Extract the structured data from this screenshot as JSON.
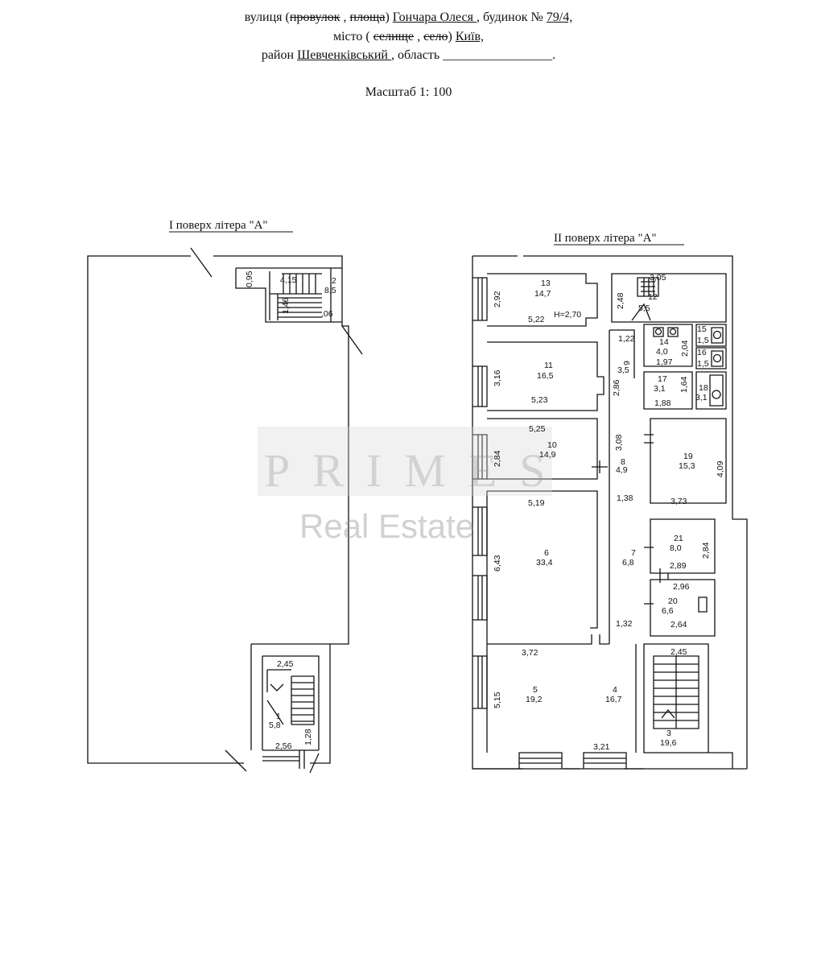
{
  "header": {
    "street_prefix": "вулиця (",
    "street_struck_1": "провулок",
    "street_sep": " , ",
    "street_struck_2": "площа",
    "street_close": ")  ",
    "street_name": " Гончара Олеся ",
    "building_label": ", будинок № ",
    "building_number": "79/4,",
    "city_prefix": "місто ( ",
    "city_struck_1": "селище",
    "city_sep": " , ",
    "city_struck_2": "село",
    "city_close": ") ",
    "city_name": "Київ,",
    "district_prefix": "район ",
    "district_name": " Шевченківський  ",
    "region_label": " , область ",
    "region_value": "_________________.",
    "scale": "Масштаб 1: 100"
  },
  "floor1": {
    "title": "І поверх  літера \"А\"",
    "labels": {
      "d095": "0,95",
      "d415": "4,15",
      "r2": "2",
      "a85": "8,5",
      "d146": "1,46",
      "d106": ",06",
      "d245": "2,45",
      "r1": "1",
      "a58": "5,8",
      "d256": "2,56",
      "d128": "1,28"
    }
  },
  "floor2": {
    "title": "ІІ поверх  літера \"А\"",
    "labels": {
      "r13": "13",
      "a147": "14,7",
      "d292": "2,92",
      "h270": "H=2,70",
      "d522": "5,22",
      "r12": "12",
      "d305": "3,05",
      "d248": "2,48",
      "a55": "5,5",
      "d122": "1,22",
      "r14": "14",
      "a40": "4,0",
      "d204": "2,04",
      "d197": "1,97",
      "r15": "15",
      "a15a": "1,5",
      "r16": "16",
      "a15b": "1,5",
      "r9": "9",
      "a35": "3,5",
      "r17": "17",
      "a31a": "3,1",
      "d164": "1,64",
      "d188": "1,88",
      "r18": "18",
      "a31b": "3,1",
      "r11": "11",
      "a165": "16,5",
      "d316": "3,16",
      "d523": "5,23",
      "d286": "2,86",
      "d525": "5,25",
      "r10": "10",
      "a149": "14,9",
      "d284": "2,84",
      "d308": "3,08",
      "r8": "8",
      "a49": "4,9",
      "r19": "19",
      "a153": "15,3",
      "d409": "4,09",
      "d373": "3,73",
      "d519": "5,19",
      "d138": "1,38",
      "r21": "21",
      "a80": "8,0",
      "d284b": "2,84",
      "d289": "2,89",
      "r7": "7",
      "a68": "6,8",
      "r6": "6",
      "a334": "33,4",
      "d643": "6,43",
      "d296": "2,96",
      "r20": "20",
      "a66": "6,6",
      "d264": "2,64",
      "d132": "1,32",
      "d372": "3,72",
      "d245b": "2,45",
      "r5": "5",
      "a192": "19,2",
      "d515": "5,15",
      "r4": "4",
      "a167": "16,7",
      "r3": "3",
      "a196": "19,6",
      "d321": "3,21"
    }
  },
  "watermark": {
    "line1": "PRIMES",
    "line2": "Real Estate"
  }
}
